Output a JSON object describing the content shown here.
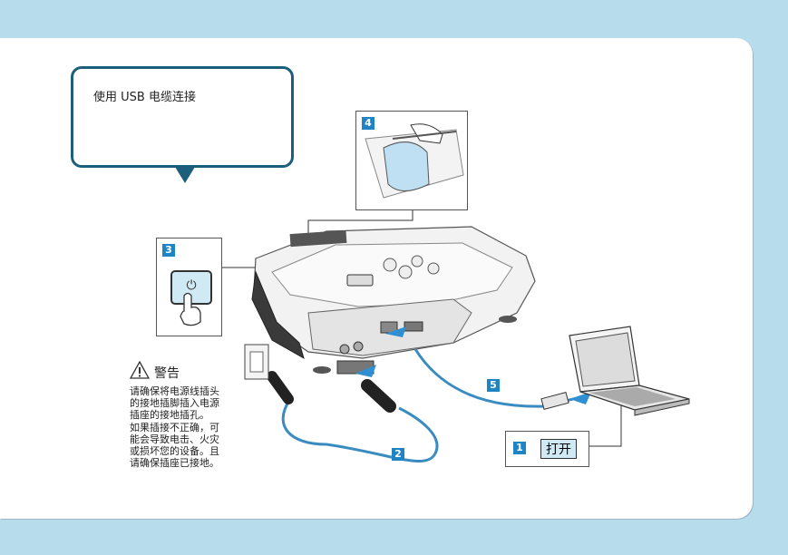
{
  "callout": {
    "title": "使用 USB 电缆连接"
  },
  "steps": [
    {
      "number": "1",
      "label": "打开"
    },
    {
      "number": "2"
    },
    {
      "number": "3"
    },
    {
      "number": "4"
    },
    {
      "number": "5"
    }
  ],
  "warning": {
    "title": "警告",
    "lines": [
      "请确保将电源线插头",
      "的接地插脚插入电源",
      "插座的接地插孔。",
      "如果插接不正确，可",
      "能会导致电击、火灾",
      "或损坏您的设备。且",
      "请确保插座已接地。"
    ]
  },
  "colors": {
    "background": "#b7dcec",
    "callout_border": "#1c5f7c",
    "badge": "#1e84c4",
    "cable_blue": "#2f8fd0",
    "button_fill": "#cfeaf5"
  }
}
